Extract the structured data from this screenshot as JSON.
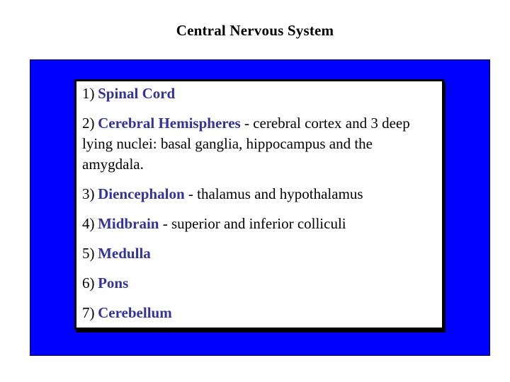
{
  "title": "Central Nervous System",
  "colors": {
    "panel_blue": "#0000FF",
    "term_blue": "#333399",
    "text_black": "#000000"
  },
  "list": {
    "items": [
      {
        "number": "1)",
        "term": "Spinal Cord",
        "rest": ""
      },
      {
        "number": "2)",
        "term": "Cerebral Hemispheres",
        "rest": " - cerebral cortex and 3 deep lying nuclei: basal ganglia, hippocampus and the amygdala."
      },
      {
        "number": "3)",
        "term": "Diencephalon",
        "rest": " - thalamus and hypothalamus"
      },
      {
        "number": "4)",
        "term": "Midbrain",
        "rest": " - superior and inferior colliculi"
      },
      {
        "number": "5)",
        "term": "Medulla",
        "rest": ""
      },
      {
        "number": "6)",
        "term": "Pons",
        "rest": ""
      },
      {
        "number": "7)",
        "term": "Cerebellum",
        "rest": ""
      }
    ]
  }
}
